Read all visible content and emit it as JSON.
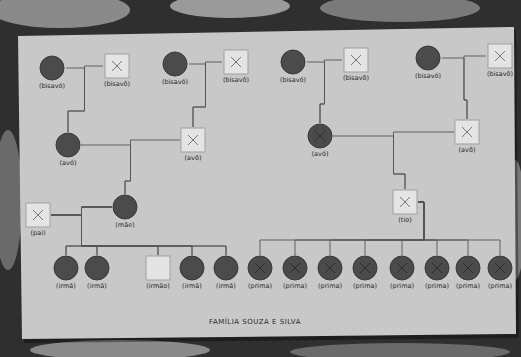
{
  "diagram": {
    "title": "FAMÍLIA SOUZA E SILVA",
    "nodes": [
      {
        "text": [
          "(bisavó)"
        ]
      },
      {
        "text": [
          "(bisavô)"
        ]
      },
      {
        "text": [
          "(bisavó)"
        ]
      },
      {
        "text": [
          "(bisavô)"
        ]
      },
      {
        "text": [
          "(bisavó)"
        ]
      },
      {
        "text": [
          "(bisavô)"
        ]
      },
      {
        "text": [
          "(bisavó)"
        ]
      },
      {
        "text": [
          "(bisavô)"
        ]
      },
      {
        "text": [
          "(avó)"
        ]
      },
      {
        "text": [
          "(avô)"
        ]
      },
      {
        "text": [
          "(avó)"
        ]
      },
      {
        "text": [
          "(avô)"
        ]
      },
      {
        "text": [
          "(pai)"
        ]
      },
      {
        "text": [
          "(mãe)"
        ]
      },
      {
        "text": [
          "(tio)"
        ]
      },
      {
        "text": [
          "(irmã)"
        ]
      },
      {
        "text": [
          "(irmã)"
        ]
      },
      {
        "text": [
          "(irmão)"
        ]
      },
      {
        "text": [
          "(irmã)"
        ]
      },
      {
        "text": [
          "(irmã)"
        ]
      },
      {
        "text": [
          "(prima)"
        ]
      },
      {
        "text": [
          "(prima)"
        ]
      },
      {
        "text": [
          "(prima)"
        ]
      },
      {
        "text": [
          "(prima)"
        ]
      },
      {
        "text": [
          "(prima)"
        ]
      },
      {
        "text": [
          "(prima)"
        ]
      },
      {
        "text": [
          "(prima)"
        ]
      },
      {
        "text": [
          "(prima)"
        ]
      }
    ],
    "edges": [
      {
        "from": 0,
        "to": 8,
        "arrow": "none"
      },
      {
        "from": 1,
        "to": 8,
        "arrow": "none"
      },
      {
        "from": 2,
        "to": 9,
        "arrow": "none"
      },
      {
        "from": 3,
        "to": 9,
        "arrow": "none"
      },
      {
        "from": 4,
        "to": 10,
        "arrow": "none"
      },
      {
        "from": 5,
        "to": 10,
        "arrow": "none"
      },
      {
        "from": 6,
        "to": 11,
        "arrow": "none"
      },
      {
        "from": 7,
        "to": 11,
        "arrow": "none"
      },
      {
        "from": 8,
        "to": 13,
        "arrow": "none"
      },
      {
        "from": 9,
        "to": 13,
        "arrow": "none"
      },
      {
        "from": 10,
        "to": 14,
        "arrow": "none"
      },
      {
        "from": 11,
        "to": 14,
        "arrow": "none"
      },
      {
        "from": 12,
        "to": 15,
        "arrow": "none"
      },
      {
        "from": 13,
        "to": 15,
        "arrow": "none"
      },
      {
        "from": 12,
        "to": 16,
        "arrow": "none"
      },
      {
        "from": 13,
        "to": 16,
        "arrow": "none"
      },
      {
        "from": 12,
        "to": 17,
        "arrow": "none"
      },
      {
        "from": 13,
        "to": 17,
        "arrow": "none"
      },
      {
        "from": 12,
        "to": 18,
        "arrow": "none"
      },
      {
        "from": 13,
        "to": 18,
        "arrow": "none"
      },
      {
        "from": 12,
        "to": 19,
        "arrow": "none"
      },
      {
        "from": 13,
        "to": 19,
        "arrow": "none"
      },
      {
        "from": 14,
        "to": 20,
        "arrow": "none"
      },
      {
        "from": 14,
        "to": 21,
        "arrow": "none"
      },
      {
        "from": 14,
        "to": 22,
        "arrow": "none"
      },
      {
        "from": 14,
        "to": 23,
        "arrow": "none"
      },
      {
        "from": 14,
        "to": 24,
        "arrow": "none"
      },
      {
        "from": 14,
        "to": 25,
        "arrow": "none"
      },
      {
        "from": 14,
        "to": 26,
        "arrow": "none"
      },
      {
        "from": 14,
        "to": 27,
        "arrow": "none"
      }
    ]
  }
}
